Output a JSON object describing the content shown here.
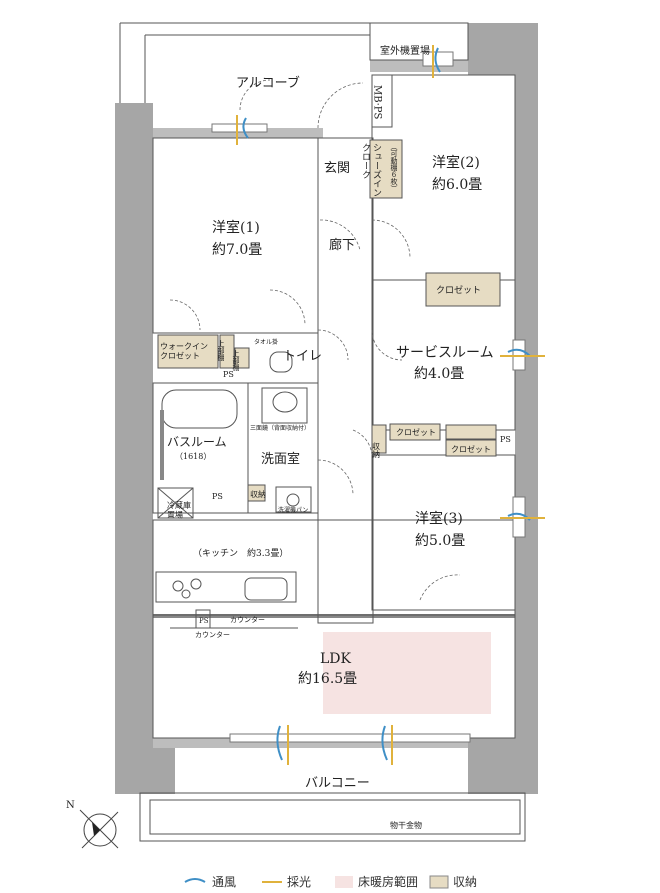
{
  "rooms": {
    "alcove": "アルコーブ",
    "outdoor_unit": "室外機置場",
    "mbps": "MB·PS",
    "entrance": "玄関",
    "shoes_closet": "シューズイン\nクローク",
    "shelf_note": "（可動棚６枚）",
    "western1_name": "洋室(1)",
    "western1_size": "約7.0畳",
    "western2_name": "洋室(2)",
    "western2_size": "約6.0畳",
    "corridor": "廊下",
    "closet": "クロゼット",
    "walkin": "ウォークイン\nクロゼット",
    "upper_shelf1": "上部棚",
    "upper_shelf2": "上部棚",
    "towel_rail": "タオル掛",
    "toilet": "トイレ",
    "service_room_name": "サービスルーム",
    "service_room_size": "約4.0畳",
    "bathroom_name": "バスルーム",
    "bathroom_size": "（1618）",
    "mirror_note": "三面鏡（背面収納付）",
    "washroom": "洗面室",
    "storage": "収納",
    "ps": "PS",
    "fridge": "冷蔵庫\n置場",
    "washer_pan": "洗濯機パン",
    "western3_name": "洋室(3)",
    "western3_size": "約5.0畳",
    "kitchen": "（キッチン　約3.3畳）",
    "counter1": "カウンター",
    "counter2": "カウンター",
    "ldk_name": "LDK",
    "ldk_size": "約16.5畳",
    "balcony": "バルコニー",
    "drying_rack": "物干金物",
    "north": "N"
  },
  "legend": [
    {
      "label": "通風",
      "color": "#3f8fc6"
    },
    {
      "label": "採光",
      "color": "#e0b23c"
    },
    {
      "label": "床暖房範囲",
      "color": "#f6e3e2"
    },
    {
      "label": "収納",
      "color": "#e6dcc3"
    }
  ]
}
